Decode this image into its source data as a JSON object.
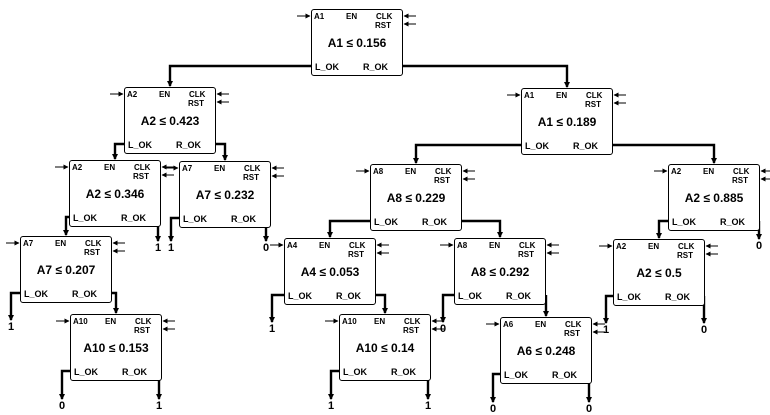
{
  "ports": {
    "en": "EN",
    "clk": "CLK",
    "rst": "RST",
    "left_out": "L_OK",
    "right_out": "R_OK"
  },
  "nodes": [
    {
      "id": "n0",
      "attr": "A1",
      "cond": "A1 ≤ 0.156"
    },
    {
      "id": "n1",
      "attr": "A2",
      "cond": "A2 ≤ 0.423"
    },
    {
      "id": "n2",
      "attr": "A1",
      "cond": "A1 ≤ 0.189"
    },
    {
      "id": "n3",
      "attr": "A2",
      "cond": "A2 ≤ 0.346"
    },
    {
      "id": "n4",
      "attr": "A7",
      "cond": "A7 ≤ 0.232"
    },
    {
      "id": "n5",
      "attr": "A8",
      "cond": "A8 ≤ 0.229"
    },
    {
      "id": "n6",
      "attr": "A2",
      "cond": "A2 ≤ 0.885"
    },
    {
      "id": "n7",
      "attr": "A7",
      "cond": "A7 ≤ 0.207"
    },
    {
      "id": "n8",
      "attr": "A4",
      "cond": "A4 ≤ 0.053"
    },
    {
      "id": "n9",
      "attr": "A8",
      "cond": "A8 ≤ 0.292"
    },
    {
      "id": "n10",
      "attr": "A2",
      "cond": "A2 ≤ 0.5"
    },
    {
      "id": "n11",
      "attr": "A10",
      "cond": "A10 ≤ 0.153"
    },
    {
      "id": "n12",
      "attr": "A10",
      "cond": "A10 ≤ 0.14"
    },
    {
      "id": "n13",
      "attr": "A6",
      "cond": "A6 ≤ 0.248"
    }
  ],
  "leaves": [
    "1",
    "1",
    "0",
    "1",
    "1",
    "0",
    "0",
    "1",
    "0",
    "0",
    "1",
    "1",
    "0",
    "0"
  ]
}
